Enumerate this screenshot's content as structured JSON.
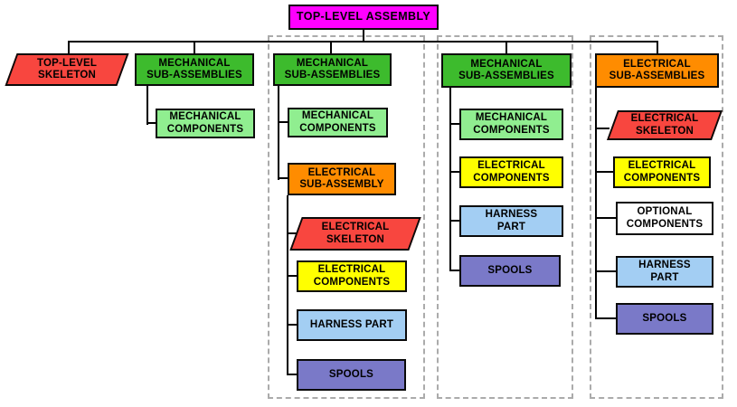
{
  "canvas": {
    "background": "#FFFFFF",
    "connector_color": "#000000",
    "group_border_color": "#ABABAB"
  },
  "nodes": {
    "top_level_assembly": {
      "label": "TOP-LEVEL ASSEMBLY",
      "color": "#FF00FF",
      "shape": "rect"
    },
    "top_level_skeleton": {
      "label": "TOP-LEVEL\nSKELETON",
      "color": "#F8463F",
      "shape": "parallelogram"
    },
    "mech_sub_assemblies_1": {
      "label": "MECHANICAL\nSUB-ASSEMBLIES",
      "color": "#3DBB2D",
      "shape": "rect"
    },
    "mech_components_1": {
      "label": "MECHANICAL\nCOMPONENTS",
      "color": "#90EE90",
      "shape": "rect"
    },
    "mech_sub_assemblies_2": {
      "label": "MECHANICAL\nSUB-ASSEMBLIES",
      "color": "#3DBB2D",
      "shape": "rect"
    },
    "mech_components_2": {
      "label": "MECHANICAL\nCOMPONENTS",
      "color": "#90EE90",
      "shape": "rect"
    },
    "electrical_sub_assembly": {
      "label": "ELECTRICAL\nSUB-ASSEMBLY",
      "color": "#FF8C00",
      "shape": "rect"
    },
    "electrical_skeleton_1": {
      "label": "ELECTRICAL\nSKELETON",
      "color": "#F8463F",
      "shape": "parallelogram"
    },
    "electrical_components_1": {
      "label": "ELECTRICAL\nCOMPONENTS",
      "color": "#FFFF00",
      "shape": "rect"
    },
    "harness_part_1": {
      "label": "HARNESS PART",
      "color": "#A3CEF3",
      "shape": "rect"
    },
    "spools_1": {
      "label": "SPOOLS",
      "color": "#7A79C8",
      "shape": "rect"
    },
    "mech_sub_assemblies_3": {
      "label": "MECHANICAL\nSUB-ASSEMBLIES",
      "color": "#3DBB2D",
      "shape": "rect"
    },
    "mech_components_3": {
      "label": "MECHANICAL\nCOMPONENTS",
      "color": "#90EE90",
      "shape": "rect"
    },
    "electrical_components_2": {
      "label": "ELECTRICAL\nCOMPONENTS",
      "color": "#FFFF00",
      "shape": "rect"
    },
    "harness_part_2": {
      "label": "HARNESS\nPART",
      "color": "#A3CEF3",
      "shape": "rect"
    },
    "spools_2": {
      "label": "SPOOLS",
      "color": "#7A79C8",
      "shape": "rect"
    },
    "electrical_sub_assemblies": {
      "label": "ELECTRICAL\nSUB-ASSEMBLIES",
      "color": "#FF8C00",
      "shape": "rect"
    },
    "electrical_skeleton_2": {
      "label": "ELECTRICAL\nSKELETON",
      "color": "#F8463F",
      "shape": "parallelogram"
    },
    "electrical_components_3": {
      "label": "ELECTRICAL\nCOMPONENTS",
      "color": "#FFFF00",
      "shape": "rect"
    },
    "optional_components": {
      "label": "OPTIONAL\nCOMPONENTS",
      "color": "#FFFFFF",
      "shape": "rect"
    },
    "harness_part_3": {
      "label": "HARNESS\nPART",
      "color": "#A3CEF3",
      "shape": "rect"
    },
    "spools_3": {
      "label": "SPOOLS",
      "color": "#7A79C8",
      "shape": "rect"
    }
  }
}
